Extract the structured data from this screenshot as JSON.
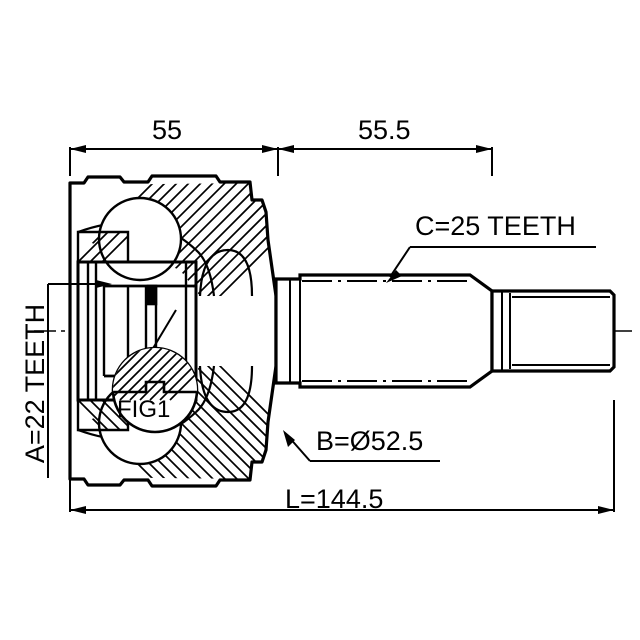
{
  "drawing": {
    "title": "CV Joint Technical Drawing",
    "type": "engineering-cross-section",
    "units": "mm",
    "line_color": "#000000",
    "background_color": "#ffffff"
  },
  "dimensions": {
    "joint_length_label": "55",
    "shaft_length_label": "55.5",
    "total_length_label": "L=144.5",
    "outer_diameter_label": "B=Ø52.5"
  },
  "spline_callouts": {
    "inner_spline_label": "A=22 TEETH",
    "outer_spline_label": "C=25 TEETH"
  },
  "detail": {
    "bubble_label": "FIG1"
  }
}
